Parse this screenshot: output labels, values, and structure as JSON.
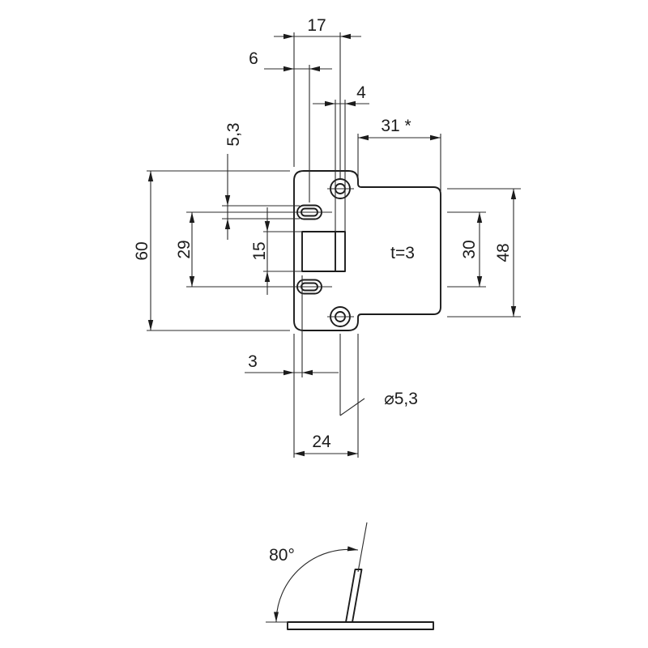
{
  "drawing": {
    "type": "technical-dimension-drawing",
    "views": [
      "front-view",
      "side-view-bent-lip"
    ],
    "line_color": "#1c1c1c",
    "background": "#ffffff"
  },
  "dimensions": {
    "top_hole_offset": "17",
    "slot_offset": "6",
    "lug_width": "4",
    "tab_length": "31 *",
    "slot_width": "5,3",
    "plate_height": "60",
    "slot_spacing": "29",
    "opening_height": "15",
    "thickness_note": "t=3",
    "center_spacing": "30",
    "hole_spacing": "48",
    "edge_offset": "3",
    "hole_diameter": "⌀5,3",
    "plate_width": "24",
    "bend_angle": "80°"
  }
}
